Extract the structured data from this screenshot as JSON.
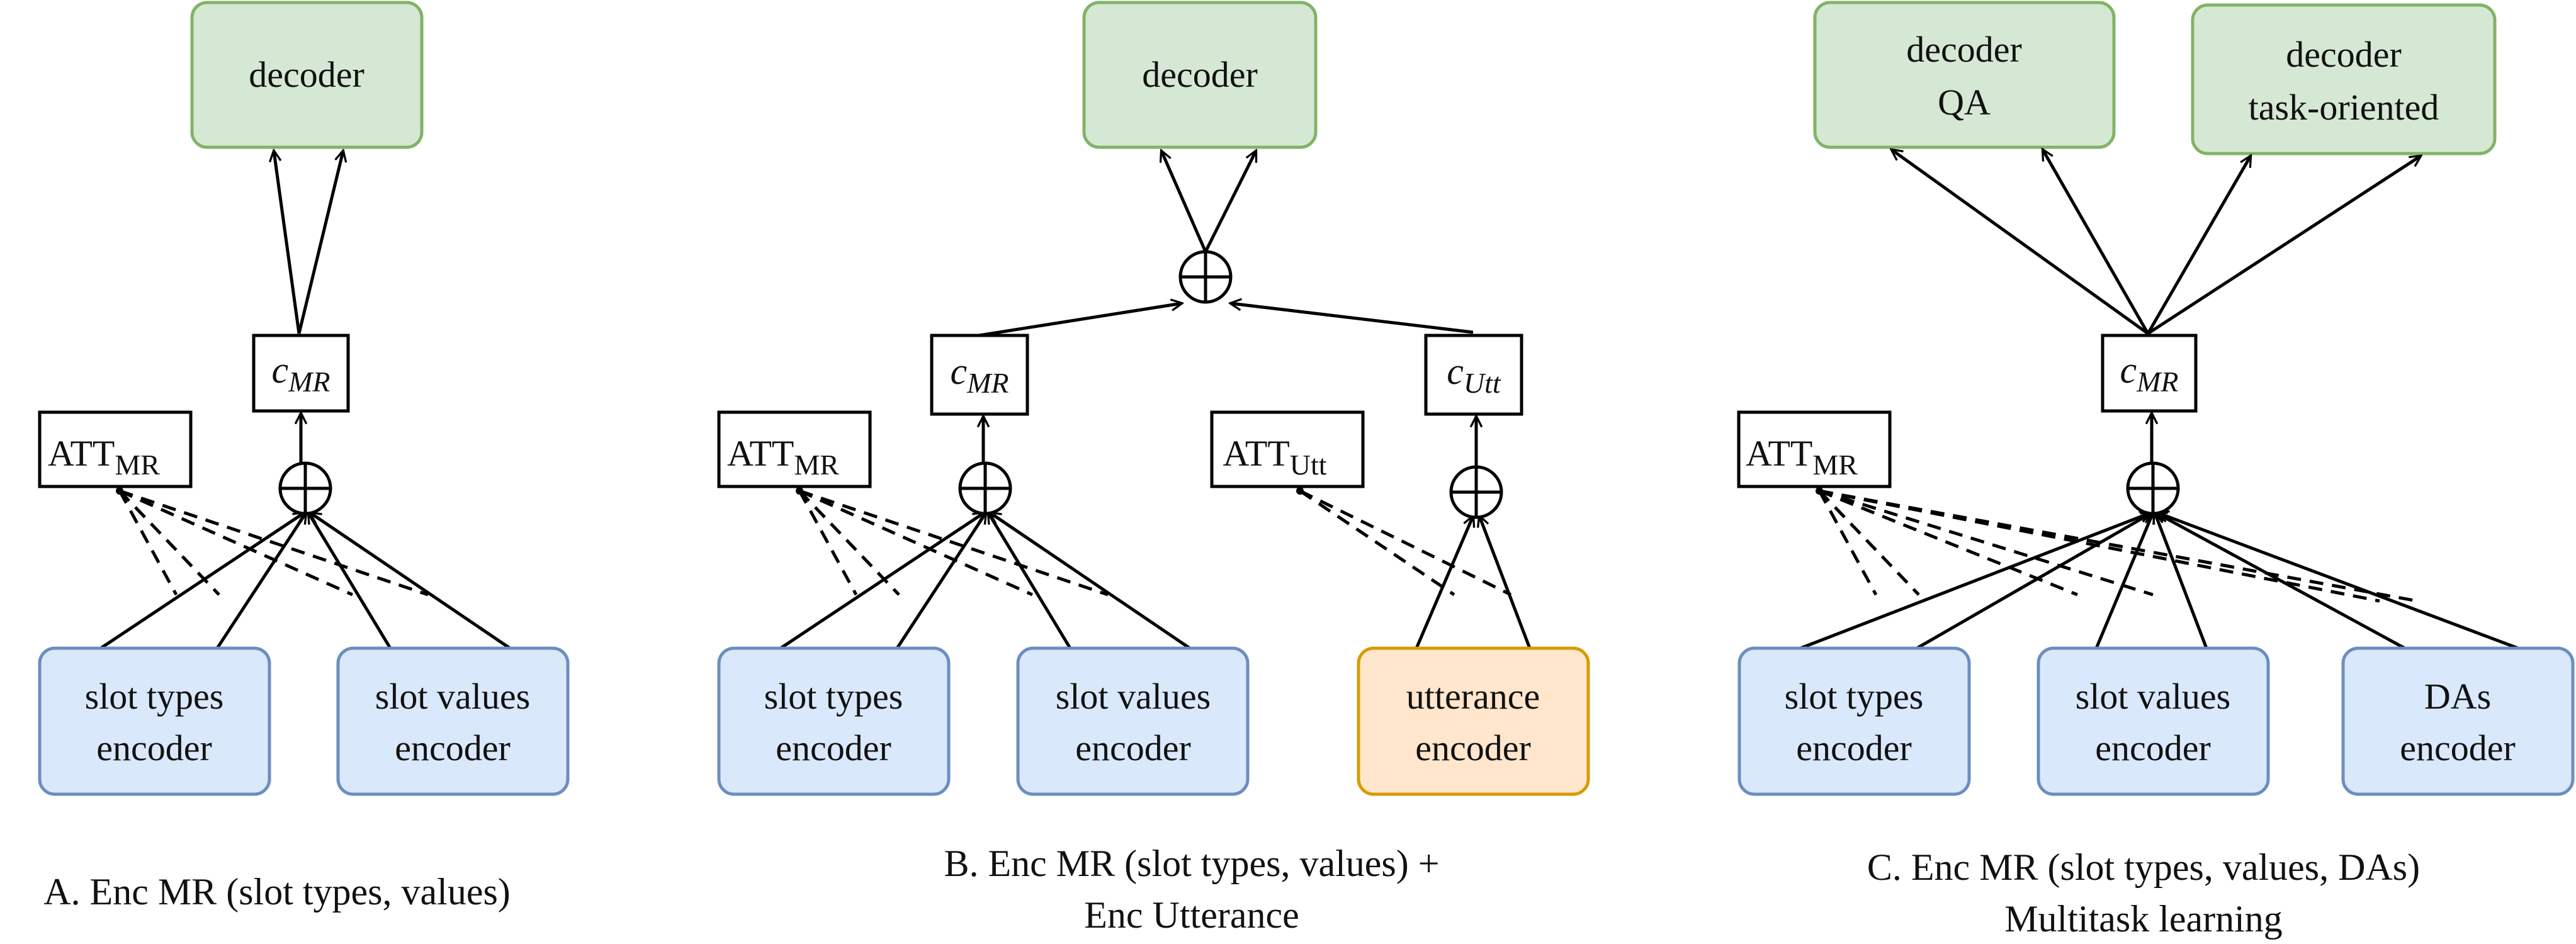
{
  "panelA": {
    "decoder": "decoder",
    "context_base": "c",
    "context_sub": "MR",
    "att_base": "ATT",
    "att_sub": "MR",
    "enc1_line1": "slot types",
    "enc1_line2": "encoder",
    "enc2_line1": "slot values",
    "enc2_line2": "encoder",
    "caption": "A. Enc MR (slot types, values)"
  },
  "panelB": {
    "decoder": "decoder",
    "ctx1_base": "c",
    "ctx1_sub": "MR",
    "ctx2_base": "c",
    "ctx2_sub": "Utt",
    "att1_base": "ATT",
    "att1_sub": "MR",
    "att2_base": "ATT",
    "att2_sub": "Utt",
    "enc1_line1": "slot types",
    "enc1_line2": "encoder",
    "enc2_line1": "slot values",
    "enc2_line2": "encoder",
    "enc3_line1": "utterance",
    "enc3_line2": "encoder",
    "caption_line1": "B. Enc MR (slot types, values) +",
    "caption_line2": "Enc Utterance"
  },
  "panelC": {
    "dec1_line1": "decoder",
    "dec1_line2": "QA",
    "dec2_line1": "decoder",
    "dec2_line2": "task-oriented",
    "context_base": "c",
    "context_sub": "MR",
    "att_base": "ATT",
    "att_sub": "MR",
    "enc1_line1": "slot types",
    "enc1_line2": "encoder",
    "enc2_line1": "slot values",
    "enc2_line2": "encoder",
    "enc3_line1": "DAs",
    "enc3_line2": "encoder",
    "caption_line1": "C. Enc MR (slot types, values, DAs)",
    "caption_line2": "Multitask learning"
  },
  "colors": {
    "encoder_fill": "#dae8fc",
    "encoder_stroke": "#6c8ebf",
    "decoder_fill": "#d5e8d4",
    "decoder_stroke": "#82b366",
    "utterance_fill": "#ffe6cc",
    "utterance_stroke": "#d79b00"
  }
}
